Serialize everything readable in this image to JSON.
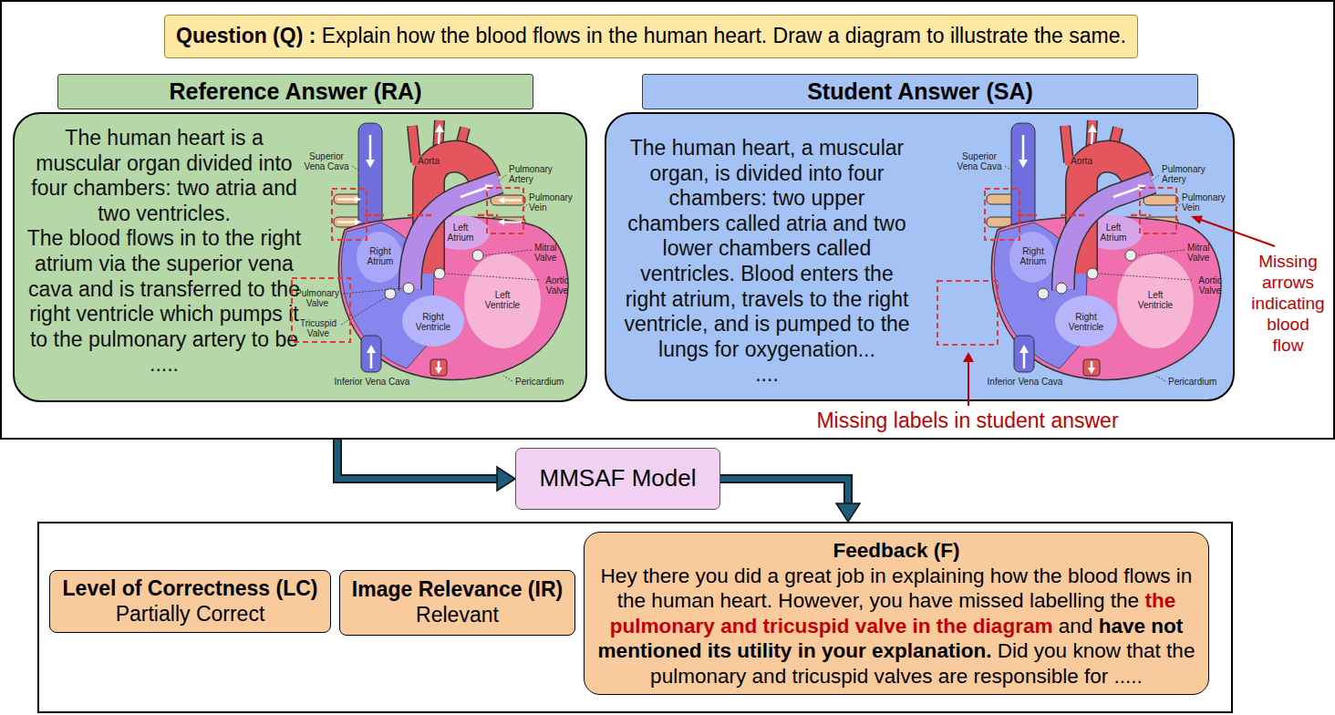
{
  "diagram": {
    "nodes": [
      {
        "text": []
      },
      {
        "text": [
          "Question (Q) :",
          "Explain how the blood flows in the human heart. Draw a diagram to illustrate the same."
        ],
        "in": 0
      },
      {
        "text": [
          "Reference Answer (RA)"
        ],
        "in": 0
      },
      {
        "text": [
          "The human heart is a muscular organ divided into four chambers: two atria and two ventricles.",
          "The blood flows in to the right atrium via the superior vena cava and is transferred to the right ventricle which pumps it to the pulmonary artery to be ....."
        ],
        "in": 0
      },
      {
        "text": [
          "Student Answer (SA)"
        ],
        "in": 0
      },
      {
        "text": [
          "The human heart, a muscular organ, is divided into four chambers: two upper chambers called atria and two lower chambers called ventricles. Blood enters the right atrium, travels to the right ventricle, and is pumped to the lungs for oxygenation...",
          "...."
        ],
        "in": 0
      },
      {
        "text": [
          "MMSAF Model"
        ]
      },
      {
        "text": []
      },
      {
        "text": [
          "Level of Correctness (LC)",
          "Partially Correct"
        ],
        "in": 7
      },
      {
        "text": [
          "Image Relevance (IR)",
          "Relevant"
        ],
        "in": 7
      },
      {
        "text": [
          "Feedback (F)",
          "Hey there you did a great job in explaining how the blood flows in the human heart. However, you have missed labelling the",
          "the pulmonary and tricuspid valve in the diagram",
          "and",
          "have not mentioned its utility in your explanation.",
          "Did you know that the pulmonary and tricuspid valves are responsible for ....."
        ],
        "in": 7
      }
    ],
    "edges": [
      {
        "from": 0,
        "to": 6,
        "arrow": "to"
      },
      {
        "from": 6,
        "to": 7,
        "arrow": "to"
      }
    ],
    "labels": [
      "Superior Vena Cava",
      "Aorta",
      "Pulmonary Artery",
      "Pulmonary Vein",
      "Left Atrium",
      "Mitral Valve",
      "Right Atrium",
      "Aortic Valve",
      "Left Ventricle",
      "Pulmonary Valve",
      "Right Ventricle",
      "Tricuspid Valve",
      "Inferior Vena Cava",
      "Pericardium",
      "Superior Vena Cava",
      "Aorta",
      "Pulmonary Artery",
      "Pulmonary Vein",
      "Left Atrium",
      "Mitral Valve",
      "Right Atrium",
      "Aortic Valve",
      "Left Ventricle",
      "Right Ventricle",
      "Inferior Vena Cava",
      "Pericardium",
      "Missing arrows indicating blood flow",
      "Missing labels in student answer"
    ]
  }
}
